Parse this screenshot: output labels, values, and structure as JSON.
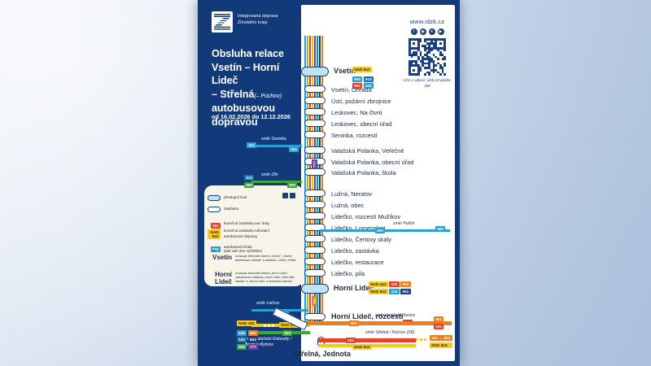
{
  "poster": {
    "brand": {
      "logo_name": "idzk-logo",
      "logo_line1": "Integrovaná doprava",
      "logo_line2": "Zlínského kraje"
    },
    "title_line1": "Obsluha relace",
    "title_line2": "Vsetín – Horní Lideč",
    "title_line3": "– Střelná",
    "title_sub": "(– Púchov)",
    "title_line4": "autobusovou",
    "title_line5": "dopravou",
    "validity": "od 16.02.2026 do 12.12.2026"
  },
  "web": {
    "url": "www.idzk.cz",
    "socials": [
      "facebook-icon",
      "instagram-icon",
      "twitter-icon",
      "youtube-icon"
    ],
    "qr_name": "qr-code",
    "note": "Více o výluce: idzk.cz/vyluka-280"
  },
  "legend": {
    "rows": [
      {
        "icon": "transfer-node-capsule",
        "label": "přestupní bod"
      },
      {
        "icon": "stop-capsule",
        "label": "zastávka"
      },
      {
        "icon": "badge-red",
        "badge": "101",
        "label": "konečná zastávka aut. linky"
      },
      {
        "icon": "badge-yellow",
        "badge": "NAD 8x2",
        "label": "konečná zastávka náhradní autobusové dopravy"
      },
      {
        "icon": "badge-blue",
        "badge": "900",
        "label": "autobusová linka"
      },
      {
        "icon": "asterisk",
        "label": "platí ode dne vyhlášení"
      }
    ],
    "notes": [
      {
        "name": "Vsetín",
        "desc": "označuje železniční stanici „Vsetín“; „Vsetín, autobusové nádraží“ a zastávku „Vsetín, Delta“"
      },
      {
        "name": "Horní Lideč",
        "desc": "označuje železniční stanici „Horní Lideč“, „autobusové zastávky „Horní Lideč, železniční stanice“ a „Horní Lideč, u železniční stanice“"
      }
    ]
  },
  "stations": [
    {
      "name": "Vsetín",
      "type": "hub",
      "badges": [
        {
          "text": "NAD 8x2",
          "color": "#f6c91e"
        },
        {
          "text": "900",
          "color": "#2a9fd6"
        },
        {
          "text": "910",
          "color": "#1b6fb5"
        },
        {
          "text": "901",
          "color": "#e8412a"
        },
        {
          "text": "441",
          "color": "#2a9fd6"
        }
      ]
    },
    {
      "name": "Vsetín, Ohrada",
      "type": "stop"
    },
    {
      "name": "Ústí, požární zbrojnice",
      "type": "stop"
    },
    {
      "name": "Leskovec, Na čtvrti",
      "type": "stop"
    },
    {
      "name": "Leskovec, obecní úřad",
      "type": "stop"
    },
    {
      "name": "Seninka, rozcestí",
      "type": "stop"
    },
    {
      "name": "Valašská Polanka, Veřečné",
      "type": "stop"
    },
    {
      "name": "Valašská Polanka, obecní úřad",
      "type": "stop"
    },
    {
      "name": "Valašská Polanka, škola",
      "type": "stop"
    },
    {
      "name": "Lužná, Neratov",
      "type": "stop"
    },
    {
      "name": "Lužná, obec",
      "type": "stop"
    },
    {
      "name": "Lidečko, rozcestí Mužíkov",
      "type": "stop"
    },
    {
      "name": "Lidečko, Lomensko*",
      "type": "stop"
    },
    {
      "name": "Lidečko, Čertovy skály",
      "type": "stop"
    },
    {
      "name": "Lidečko, zastávka",
      "type": "stop"
    },
    {
      "name": "Lidečko, restaurace",
      "type": "stop"
    },
    {
      "name": "Lidečko, pila",
      "type": "stop"
    },
    {
      "name": "Horní Lideč",
      "type": "hub",
      "badges": [
        {
          "text": "NAD 4x2",
          "color": "#f6c91e"
        },
        {
          "text": "101",
          "color": "#e8412a"
        },
        {
          "text": "901",
          "color": "#ef7d1a"
        },
        {
          "text": "NAD 8x2",
          "color": "#f6c91e"
        },
        {
          "text": "102",
          "color": "#2a9fd6"
        },
        {
          "text": "902",
          "color": "#1b3f80"
        }
      ]
    },
    {
      "name": "Horní Lideč, rozcestí",
      "type": "junction",
      "badges": [
        {
          "text": "101",
          "color": "#e8412a"
        }
      ]
    },
    {
      "name": "Střelná, Jednota",
      "type": "terminus"
    }
  ],
  "branches": [
    {
      "label": "směr Seninka",
      "badge": "441",
      "badge_color": "#2a9fd6",
      "line_color": "#2a9fd6"
    },
    {
      "label": "směr Zlín",
      "badges": [
        {
          "text": "910",
          "color": "#1b6fb5"
        },
        {
          "text": "900",
          "color": "#3aa83a"
        }
      ],
      "line_color": "#3aa83a"
    },
    {
      "label": "směr Pulčín",
      "badge": "900",
      "badge_color": "#2a9fd6",
      "line_color": "#2a9fd6"
    },
    {
      "label": "směr Lačnov",
      "badge": "900",
      "badge_color": "#2a9fd6",
      "line_color": "#2a9fd6"
    },
    {
      "label": "směr Valašské Klobouky / Brumov-Bylnice",
      "badges": [
        {
          "text": "NAD x02",
          "color": "#f6c91e"
        },
        {
          "text": "100",
          "color": "#2a9fd6"
        },
        {
          "text": "901",
          "color": "#ef7d1a"
        },
        {
          "text": "102",
          "color": "#1b6fb5"
        },
        {
          "text": "902",
          "color": "#1b3f80"
        },
        {
          "text": "900",
          "color": "#3aa83a"
        },
        {
          "text": "777",
          "color": "#6c3fa0"
        }
      ]
    },
    {
      "label": "směr Valašská Senice",
      "badges": [
        {
          "text": "901",
          "color": "#ef7d1a"
        },
        {
          "text": "101",
          "color": "#e8412a"
        }
      ]
    },
    {
      "label": "směr Střelná / Púchov (SK)",
      "badges": [
        {
          "text": "101 → 901",
          "color": "#ef7d1a"
        },
        {
          "text": "NAD 8x2",
          "color": "#f6c91e"
        }
      ]
    }
  ],
  "inline_badges": {
    "trunk_777": "777",
    "trunk_901": "901",
    "trunk_mid": "900",
    "hl_line_901": "901",
    "hl_line_101": "101",
    "nad_8x2": "NAD 8x2",
    "nad_x02": "NAD x02"
  }
}
